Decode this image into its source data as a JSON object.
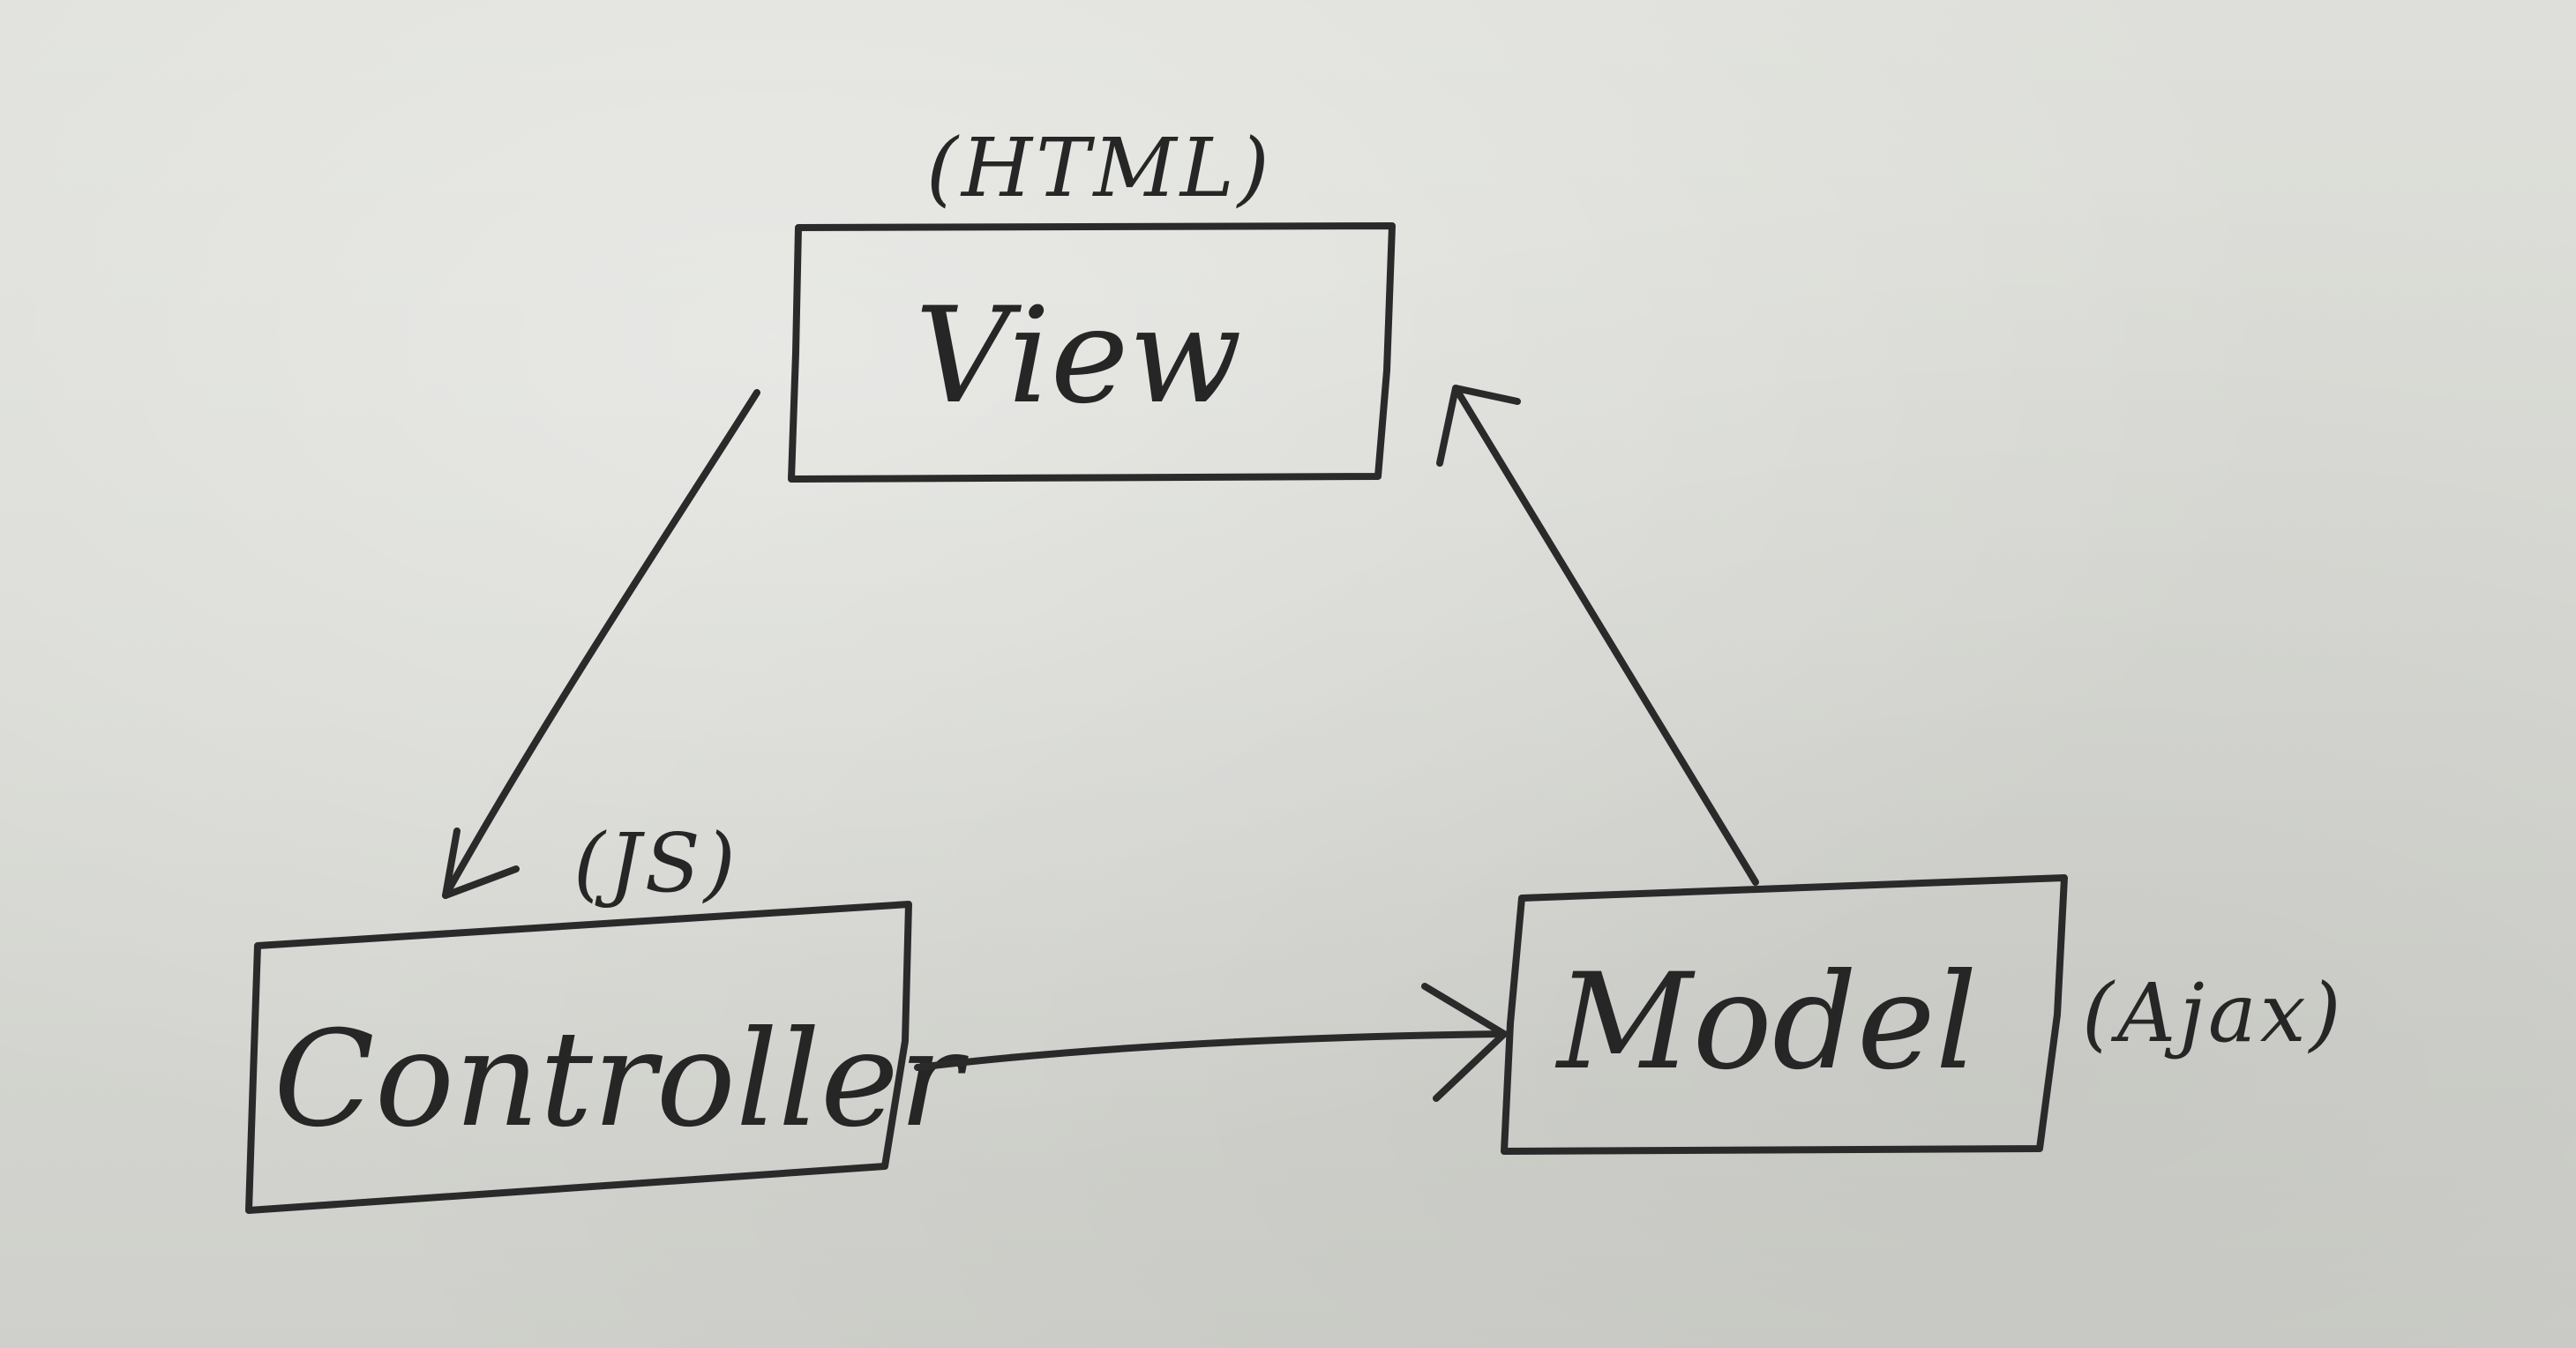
{
  "nodes": {
    "view": {
      "label": "View",
      "note": "(HTML)"
    },
    "controller": {
      "label": "Controller",
      "note": "(JS)"
    },
    "model": {
      "label": "Model",
      "note": "(Ajax)"
    }
  },
  "edges": [
    {
      "from": "View",
      "to": "Controller"
    },
    {
      "from": "Controller",
      "to": "Model"
    },
    {
      "from": "Model",
      "to": "View"
    }
  ],
  "colors": {
    "ink": "#2a2a2a",
    "paper": "#d9d9d4"
  }
}
